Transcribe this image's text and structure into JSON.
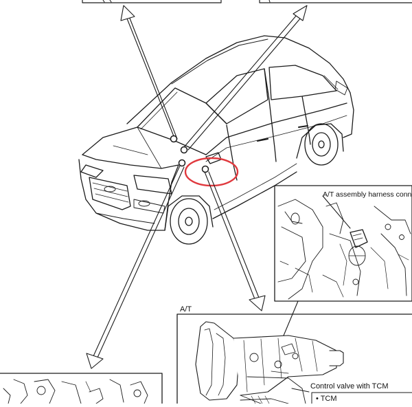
{
  "callouts": {
    "harness_label": "A/T assembly harness connector",
    "at_label": "A/T",
    "control_valve_label": "Control valve with TCM",
    "tcm_item": "• TCM"
  },
  "colors": {
    "line": "#1a1a1a",
    "highlight": "#e0393e",
    "background": "#ffffff"
  }
}
